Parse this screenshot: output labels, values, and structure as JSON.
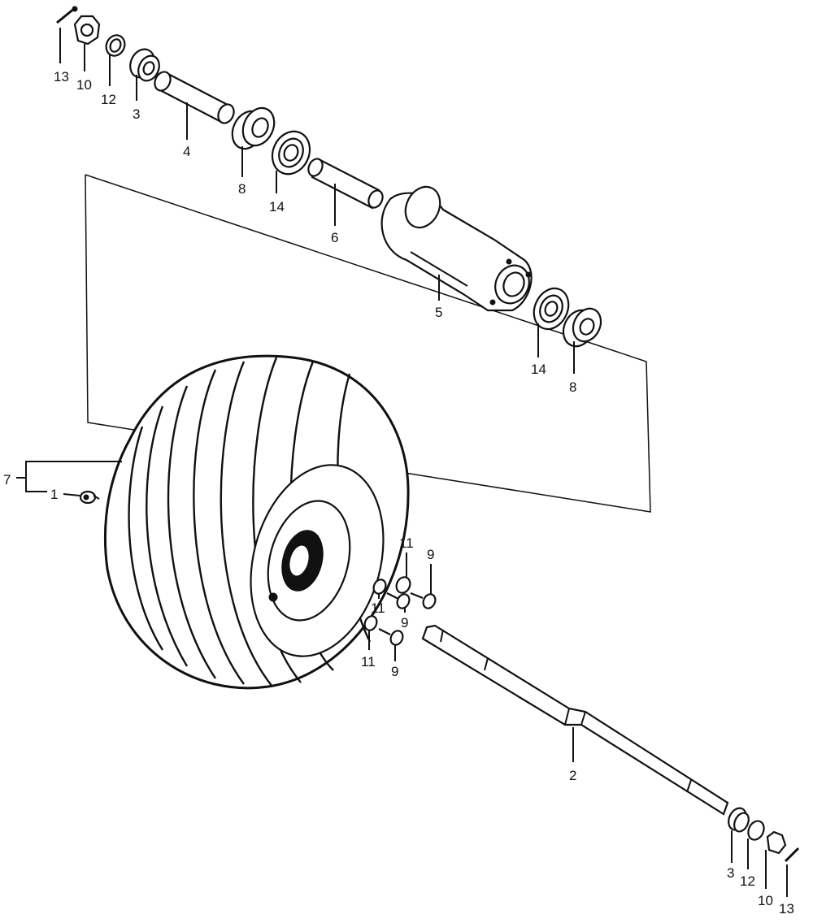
{
  "callouts": {
    "c13_top": "13",
    "c10_top": "10",
    "c12_top": "12",
    "c3_top": "3",
    "c4": "4",
    "c8_top": "8",
    "c14_top": "14",
    "c6": "6",
    "c5": "5",
    "c14_right": "14",
    "c8_right": "8",
    "c7": "7",
    "c1": "1",
    "c11_a": "11",
    "c9_a": "9",
    "c11_b": "11",
    "c9_b": "9",
    "c11_c": "11",
    "c9_c": "9",
    "c2": "2",
    "c3_bottom": "3",
    "c12_bottom": "12",
    "c10_bottom": "10",
    "c13_bottom": "13"
  },
  "colors": {
    "ink": "#111111",
    "paper": "#ffffff"
  }
}
